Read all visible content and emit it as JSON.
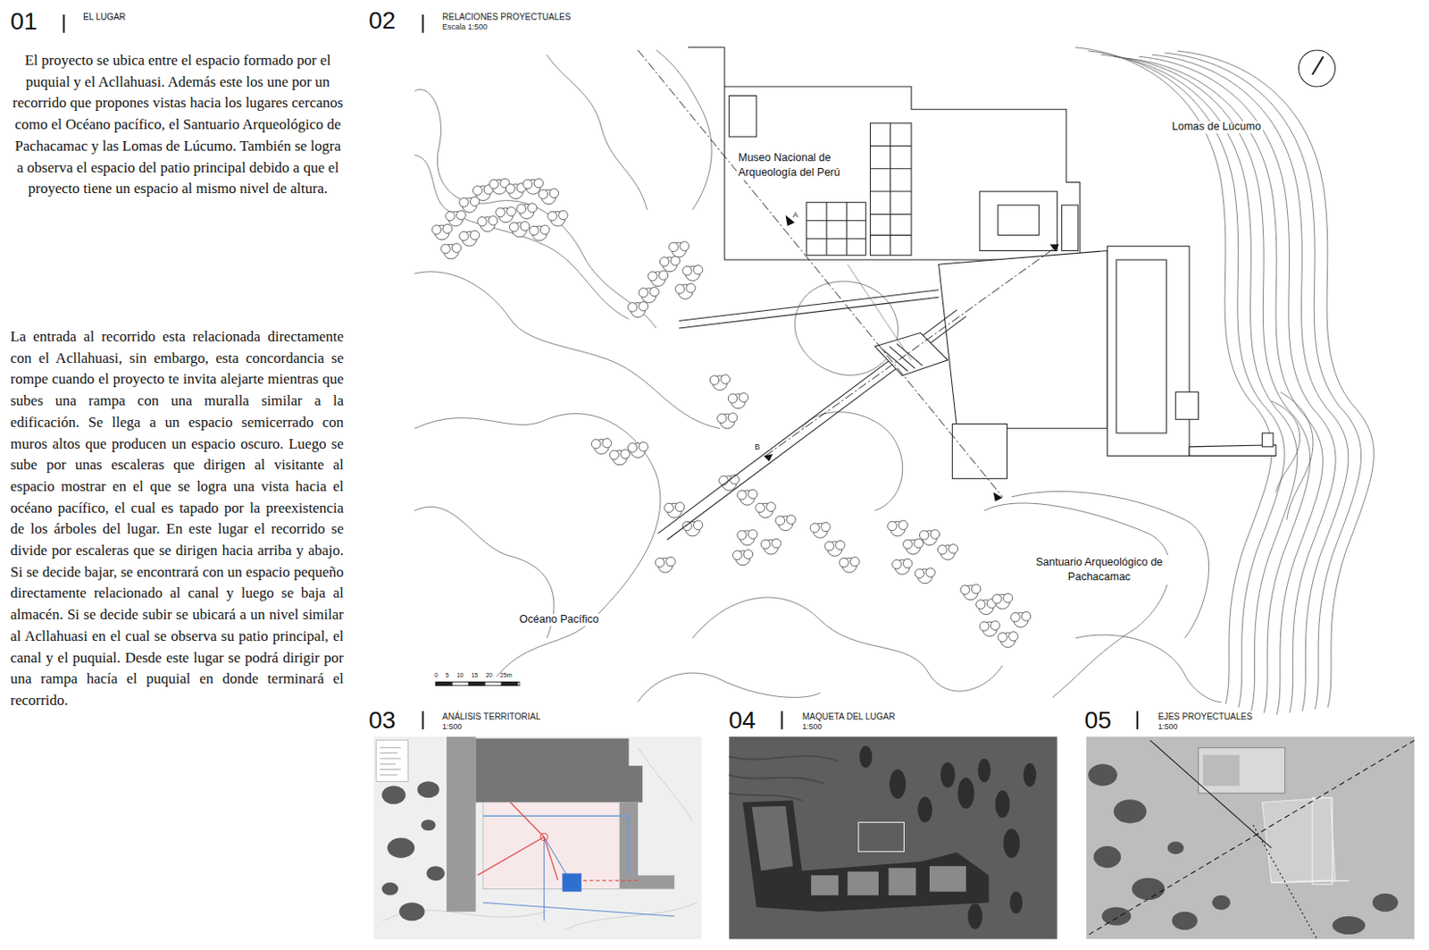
{
  "diagram": {
    "nodes": [
      {
        "text": [
          "02",
          "RELACIONES PROYECTUALES",
          "Escala 1:500"
        ]
      },
      {
        "text": [
          "03",
          "ANÁLISIS TERRITORIAL",
          "1:500"
        ]
      },
      {
        "text": [
          "04",
          "MAQUETA DEL LUGAR",
          "1:500"
        ]
      },
      {
        "text": [
          "05",
          "EJES PROYECTUALES",
          "1:500"
        ]
      }
    ],
    "labels": [
      "01",
      "EL LUGAR",
      "El proyecto se ubica entre el espacio formado por el puquial y el Acllahuasi. Además este los une por un recorrido que propones vistas hacia los lugares cercanos como el Océano pacífico, el Santuario Arqueológico de Pachacamac y las Lomas de Lúcumo. También se logra a observa el espacio del patio principal debido a que el proyecto tiene un espacio al mismo nivel de altura.",
      "La entrada al recorrido esta relacionada directamente con el Acllahuasi, sin embargo, esta concordancia se rompe cuando el proyecto te invita alejarte mientras que subes una rampa con una muralla similar a la edificación. Se llega a un espacio semicerrado con muros altos que producen un espacio oscuro. Luego se sube por unas escaleras que dirigen al visitante al espacio mostrar en el que se logra una vista hacia el océano pacífico, el cual es tapado por la preexistencia de los árboles del lugar. En este lugar el recorrido se divide por escaleras que se dirigen hacia arriba y abajo. Si se decide bajar, se encontrará con un espacio pequeño directamente relacionado al canal y luego se baja al almacén. Si se decide subir se ubicará a un nivel similar al Acllahuasi en el cual se observa su patio principal, el canal y el puquial. Desde este lugar se podrá dirigir por una rampa hacía el puquial en donde terminará el recorrido.",
      "Museo Nacional de Arqueología del Perú",
      "Lomas de Lúcumo",
      "A",
      "B",
      "Santuario Arqueológico de Pachacamac",
      "Océano Pacífico",
      "0 5 10 15 20 25m"
    ]
  }
}
